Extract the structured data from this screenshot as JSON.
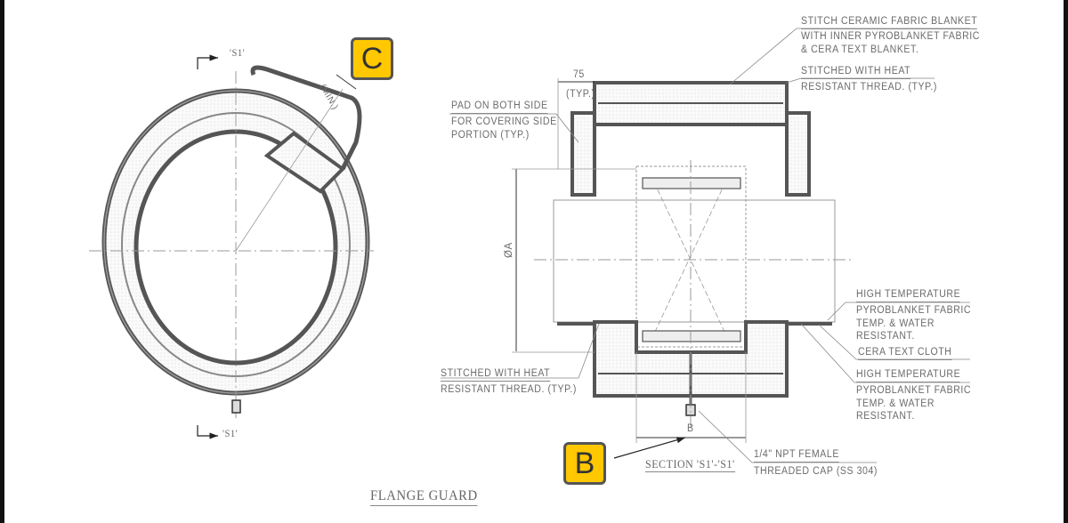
{
  "left_view": {
    "section_mark_top": "'S1'",
    "section_mark_bottom": "'S1'",
    "min_dim": "(MIN.)"
  },
  "section_view": {
    "dim_75": "75",
    "dim_typ": "(TYP.)",
    "dim_a": "ØA",
    "dim_b": "B",
    "notes": {
      "stitch_ceramic": [
        "STITCH CERAMIC FABRIC BLANKET",
        "WITH INNER PYROBLANKET FABRIC",
        "& CERA TEXT BLANKET."
      ],
      "stitched_top": [
        "STITCHED WITH HEAT",
        "RESISTANT THREAD. (TYP.)"
      ],
      "pad": [
        "PAD ON BOTH SIDE",
        "FOR COVERING SIDE",
        "PORTION (TYP.)"
      ],
      "high_temp_1": [
        "HIGH TEMPERATURE",
        "PYROBLANKET FABRIC",
        "TEMP. & WATER",
        "RESISTANT."
      ],
      "cera_cloth": "CERA TEXT CLOTH",
      "high_temp_2": [
        "HIGH TEMPERATURE",
        "PYROBLANKET FABRIC",
        "TEMP. & WATER",
        "RESISTANT."
      ],
      "stitched_bottom": [
        "STITCHED WITH HEAT",
        "RESISTANT THREAD. (TYP.)"
      ],
      "npt_cap": [
        "1/4\" NPT FEMALE",
        "THREADED CAP (SS 304)"
      ]
    },
    "section_title": "SECTION 'S1'-'S1'"
  },
  "drawing_title": "FLANGE GUARD",
  "callouts": {
    "c": "C",
    "b": "B"
  },
  "colors": {
    "badge": "#ffc800",
    "line": "#555555"
  }
}
